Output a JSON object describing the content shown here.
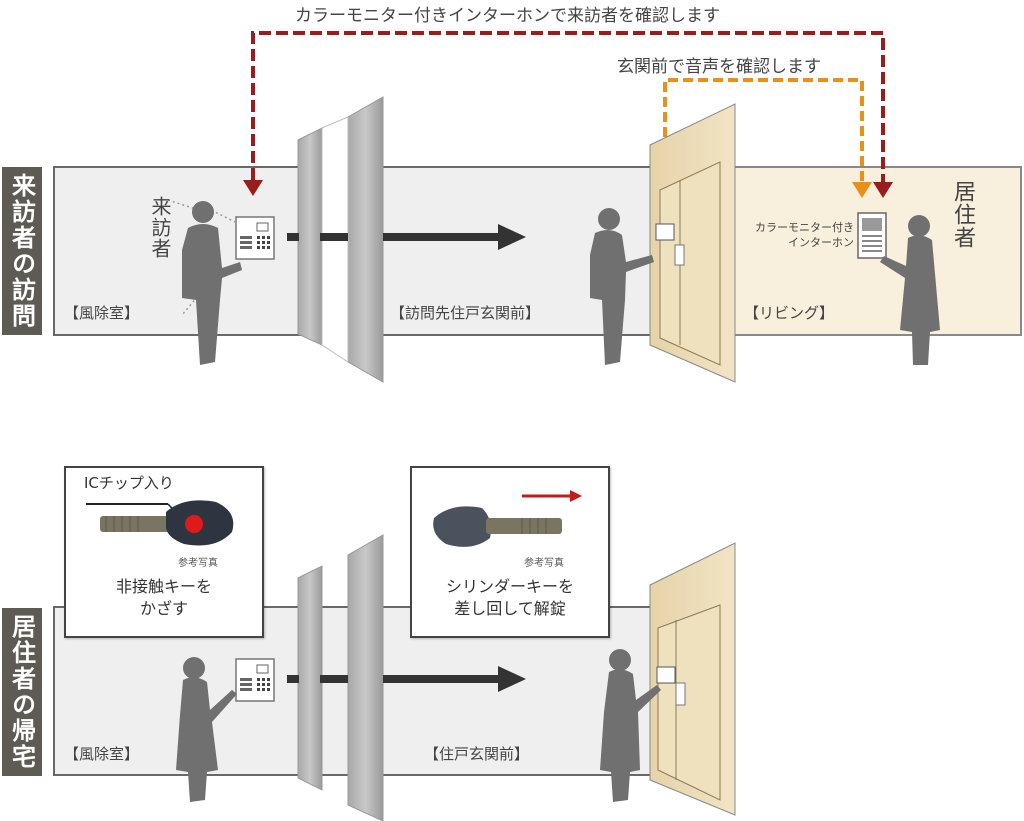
{
  "top_annotations": {
    "monitor_confirm": "カラーモニター付きインターホンで来訪者を確認します",
    "voice_confirm": "玄関前で音声を確認します"
  },
  "section_visitor": {
    "side_label": "来訪者の訪問",
    "person_label": "来訪者",
    "room_windbreak": "【風除室】",
    "room_entrance": "【訪問先住戸玄関前】",
    "room_living": "【リビング】",
    "resident_label": "居住者",
    "intercom_label_line1": "カラーモニター付き",
    "intercom_label_line2": "インターホン"
  },
  "section_resident": {
    "side_label": "居住者の帰宅",
    "room_windbreak": "【風除室】",
    "room_entrance": "【住戸玄関前】",
    "card_ic": {
      "chip_label": "ICチップ入り",
      "ref_label": "参考写真",
      "line1": "非接触キーを",
      "line2": "かざす"
    },
    "card_cylinder": {
      "ref_label": "参考写真",
      "line1": "シリンダーキーを",
      "line2": "差し回して解錠"
    }
  },
  "colors": {
    "dark_red_dashed": "#9b1c1c",
    "orange_dashed": "#e8901a",
    "side_tab": "#5e5b55",
    "room_grey": "#efefef",
    "living_beige": "#f8efdd",
    "door_beige": "#e9d6ad",
    "silhouette": "#707070",
    "flow_arrow": "#333333",
    "ic_chip_red": "#e01919"
  }
}
